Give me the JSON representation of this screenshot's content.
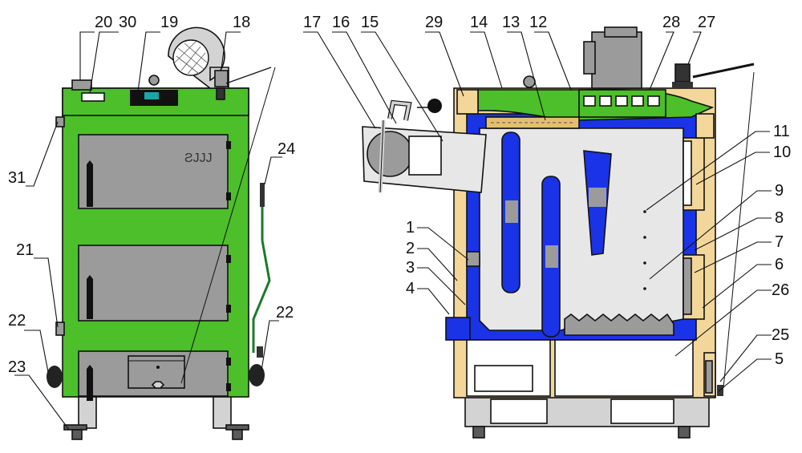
{
  "colors": {
    "body_green": "#4cbf2a",
    "door_gray": "#9b9b9b",
    "water_blue": "#1a33e6",
    "insulation_yellow": "#f3d79a",
    "light_gray": "#d3d3d3",
    "dark_gray": "#5b5b5b",
    "teal_window": "#1aa6a6",
    "outline": "#111111"
  },
  "brand_text": "ƧJJJ",
  "labels": {
    "n20": "20",
    "n30": "30",
    "n19": "19",
    "n18": "18",
    "n31": "31",
    "n24": "24",
    "n21": "21",
    "n22a": "22",
    "n22b": "22",
    "n23": "23",
    "n17": "17",
    "n16": "16",
    "n15": "15",
    "n29": "29",
    "n14": "14",
    "n13": "13",
    "n12": "12",
    "n28": "28",
    "n27": "27",
    "n11": "11",
    "n10": "10",
    "n9": "9",
    "n8": "8",
    "n7": "7",
    "n6": "6",
    "n26": "26",
    "n25": "25",
    "n5": "5",
    "n1": "1",
    "n2": "2",
    "n3": "3",
    "n4": "4"
  }
}
